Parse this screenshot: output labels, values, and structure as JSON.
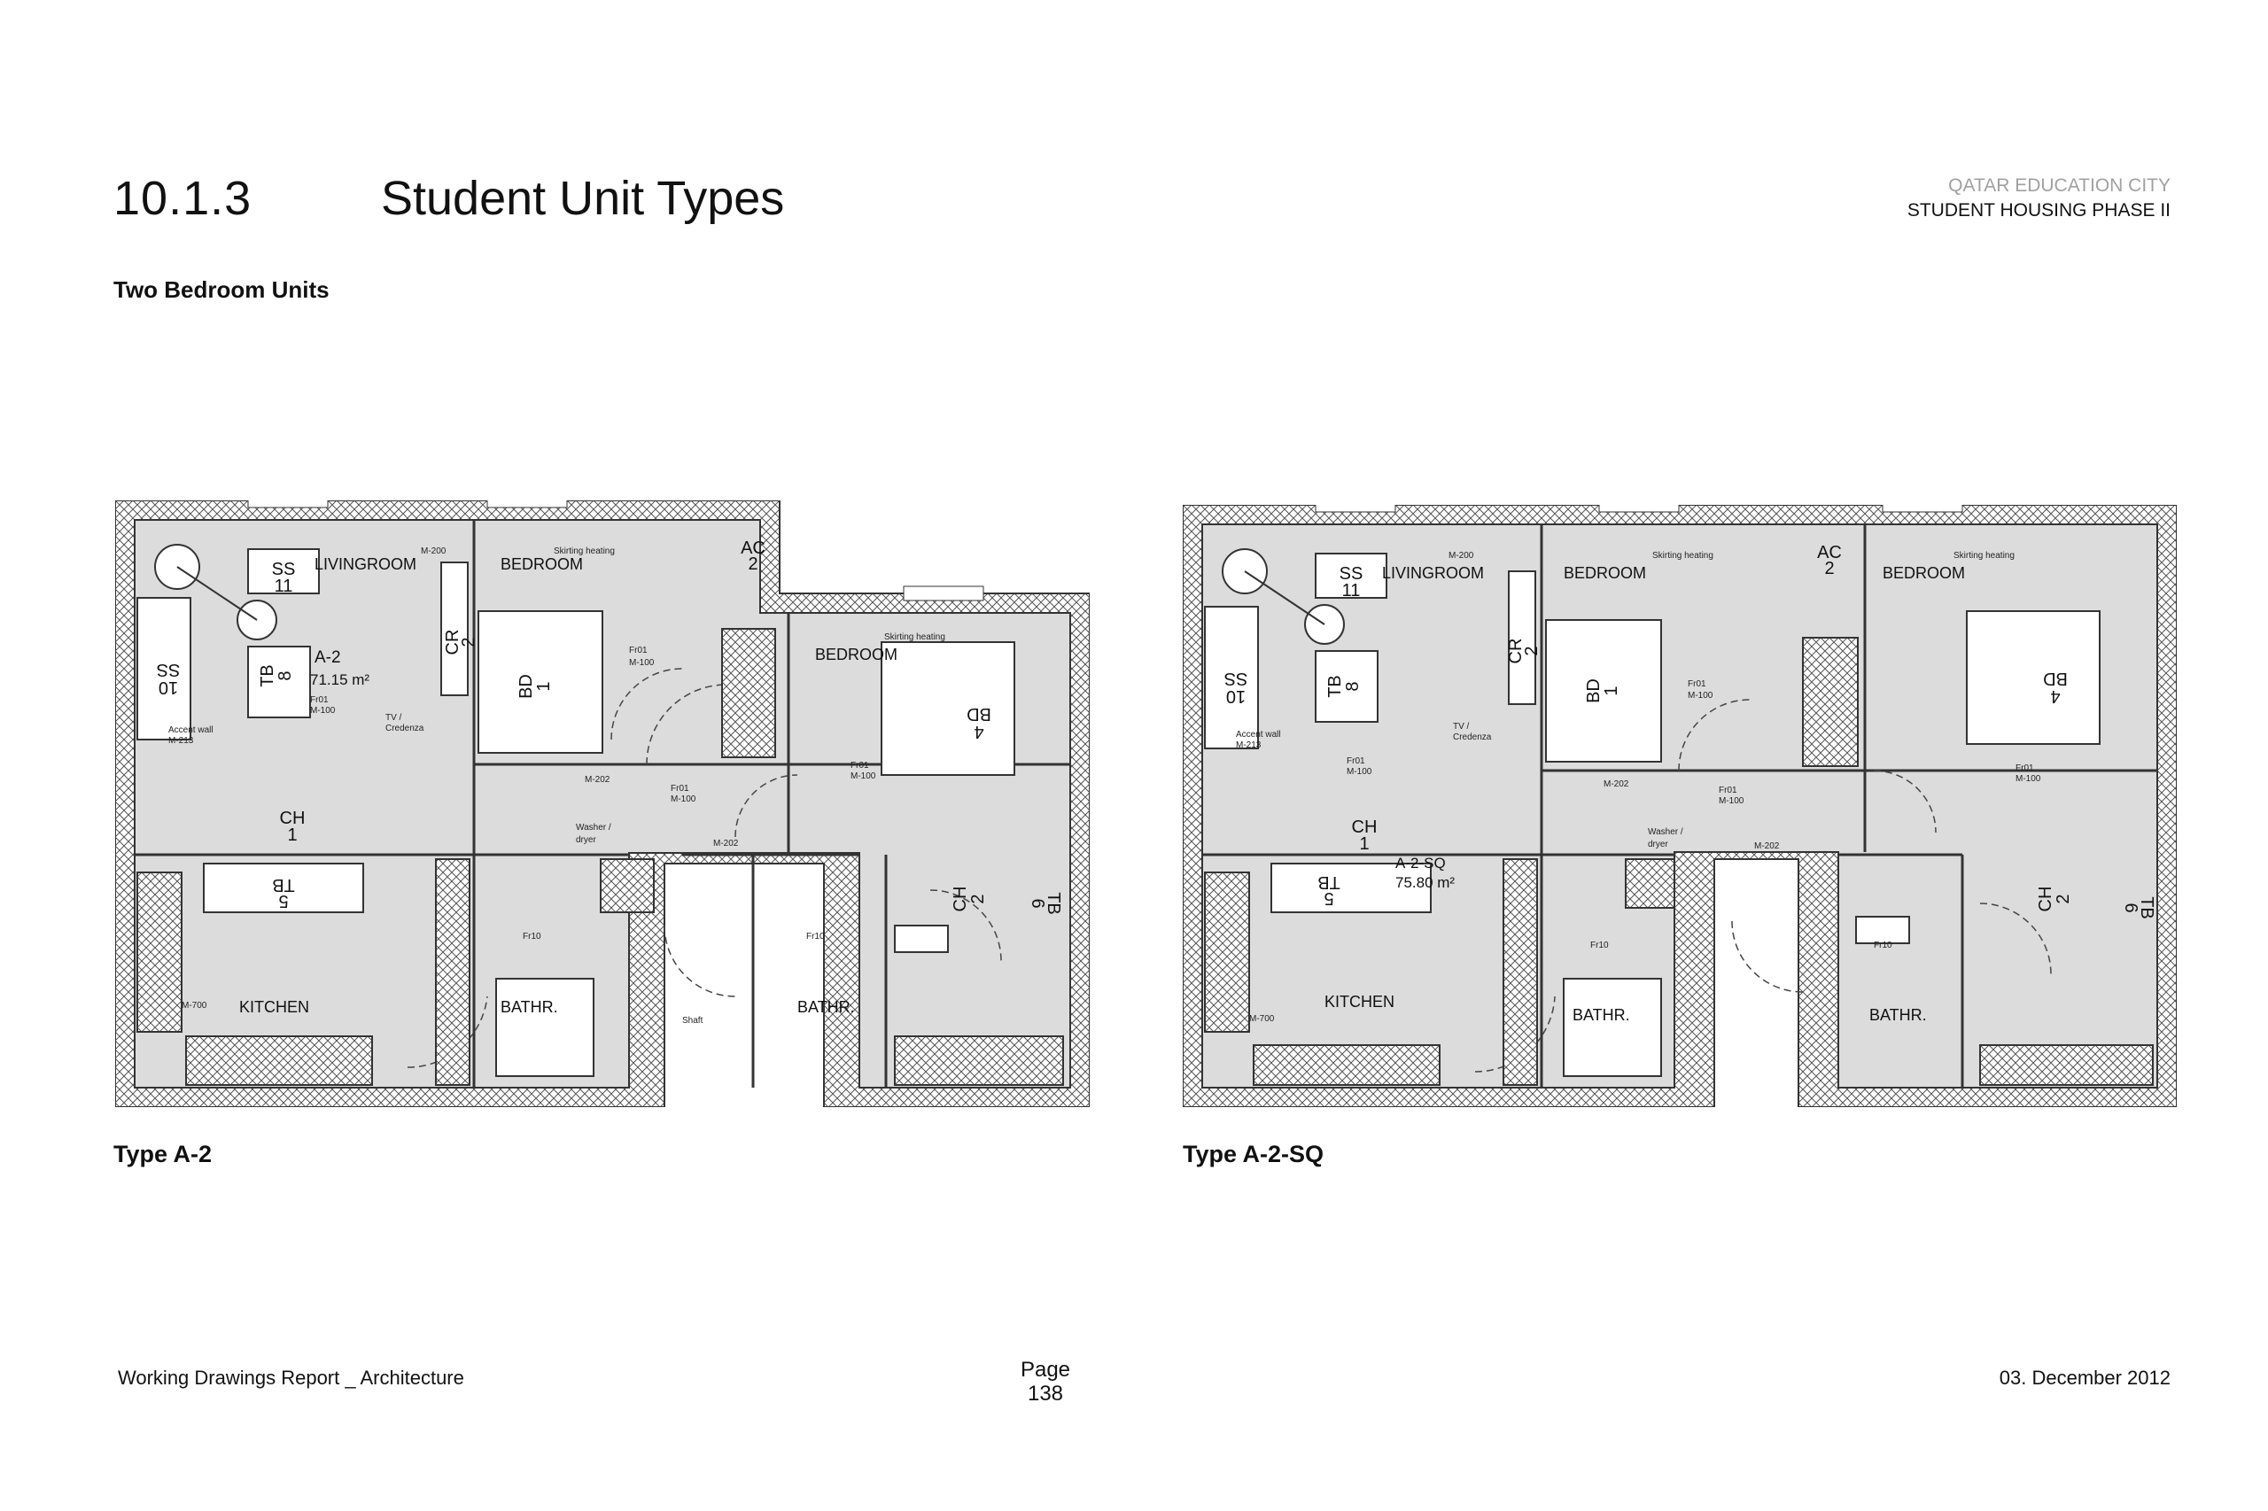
{
  "header": {
    "section_number": "10.1.3",
    "section_title": "Student Unit Types",
    "project_line1": "QATAR EDUCATION CITY",
    "project_line2": "STUDENT HOUSING PHASE II"
  },
  "subheading": "Two Bedroom Units",
  "plans": [
    {
      "caption": "Type A-2",
      "unit_label": "A-2",
      "unit_area": "71.15 m²",
      "rooms": {
        "living": "LIVINGROOM",
        "bedroom": "BEDROOM",
        "kitchen": "KITCHEN",
        "bath": "BATHR.",
        "shaft": "Shaft"
      },
      "tags": {
        "ss11": [
          "SS",
          "11"
        ],
        "ss10": [
          "SS",
          "10"
        ],
        "tb8": [
          "TB",
          "8"
        ],
        "cr2": [
          "CR",
          "2"
        ],
        "bd1": [
          "BD",
          "1"
        ],
        "bd4": [
          "BD",
          "4"
        ],
        "ch1": [
          "CH",
          "1"
        ],
        "ch2": [
          "CH",
          "2"
        ],
        "tb5": [
          "TB",
          "5"
        ],
        "ac2": [
          "AC",
          "2"
        ],
        "tb6": [
          "TB",
          "6"
        ]
      },
      "notes": {
        "m200": "M-200",
        "skirting": "Skirting heating",
        "fr01": "Fr01",
        "m100": "M-100",
        "accent": "Accent wall",
        "m213": "M-213",
        "tv": "TV /",
        "credenza": "Credenza",
        "m202": "M-202",
        "washer": "Washer /",
        "dryer": "dryer",
        "fr10": "Fr10",
        "m700": "M-700"
      }
    },
    {
      "caption": "Type A-2-SQ",
      "unit_label": "A-2-SQ",
      "unit_area": "75.80 m²",
      "rooms": {
        "living": "LIVINGROOM",
        "bedroom": "BEDROOM",
        "kitchen": "KITCHEN",
        "bath": "BATHR.",
        "shaft": ""
      },
      "tags": {
        "ss11": [
          "SS",
          "11"
        ],
        "ss10": [
          "SS",
          "10"
        ],
        "tb8": [
          "TB",
          "8"
        ],
        "cr2": [
          "CR",
          "2"
        ],
        "bd1": [
          "BD",
          "1"
        ],
        "bd4": [
          "BD",
          "4"
        ],
        "ch1": [
          "CH",
          "1"
        ],
        "ch2": [
          "CH",
          "2"
        ],
        "tb5": [
          "TB",
          "5"
        ],
        "ac2": [
          "AC",
          "2"
        ],
        "tb6": [
          "TB",
          "6"
        ]
      },
      "notes": {
        "m200": "M-200",
        "skirting": "Skirting heating",
        "fr01": "Fr01",
        "m100": "M-100",
        "accent": "Accent wall",
        "m213": "M-213",
        "tv": "TV /",
        "credenza": "Credenza",
        "m202": "M-202",
        "washer": "Washer /",
        "dryer": "dryer",
        "fr10": "Fr10",
        "m700": "M-700"
      }
    }
  ],
  "footer": {
    "left": "Working Drawings Report _ Architecture",
    "page_label": "Page",
    "page_number": "138",
    "date": "03. December 2012"
  }
}
